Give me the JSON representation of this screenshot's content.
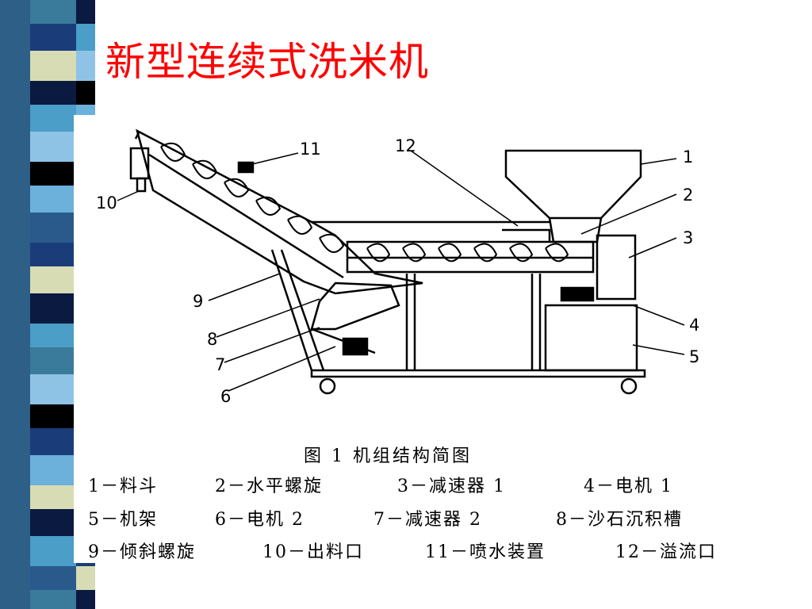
{
  "slide": {
    "title": "新型连续式洗米机"
  },
  "figure": {
    "caption": "图 1   机组结构简图",
    "callouts": [
      "1",
      "2",
      "3",
      "4",
      "5",
      "6",
      "7",
      "8",
      "9",
      "10",
      "11",
      "12"
    ],
    "legend_rows": [
      [
        "1－料斗",
        "2－水平螺旋",
        "3－减速器 1",
        "4－电机 1"
      ],
      [
        "5－机架",
        "6－电机 2",
        "7－减速器 2",
        "8－沙石沉积槽"
      ],
      [
        "9－倾斜螺旋",
        "10－出料口",
        "11－喷水装置",
        "12－溢流口"
      ]
    ]
  },
  "theme": {
    "title_color": "#ff0000",
    "stripe_colors": [
      "#3a7a9a",
      "#1a3d7a",
      "#d8dcb4",
      "#0b1a40",
      "#4a9ec7",
      "#8fc3e6",
      "#000000",
      "#6cb0dc",
      "#2a5a8c"
    ]
  }
}
